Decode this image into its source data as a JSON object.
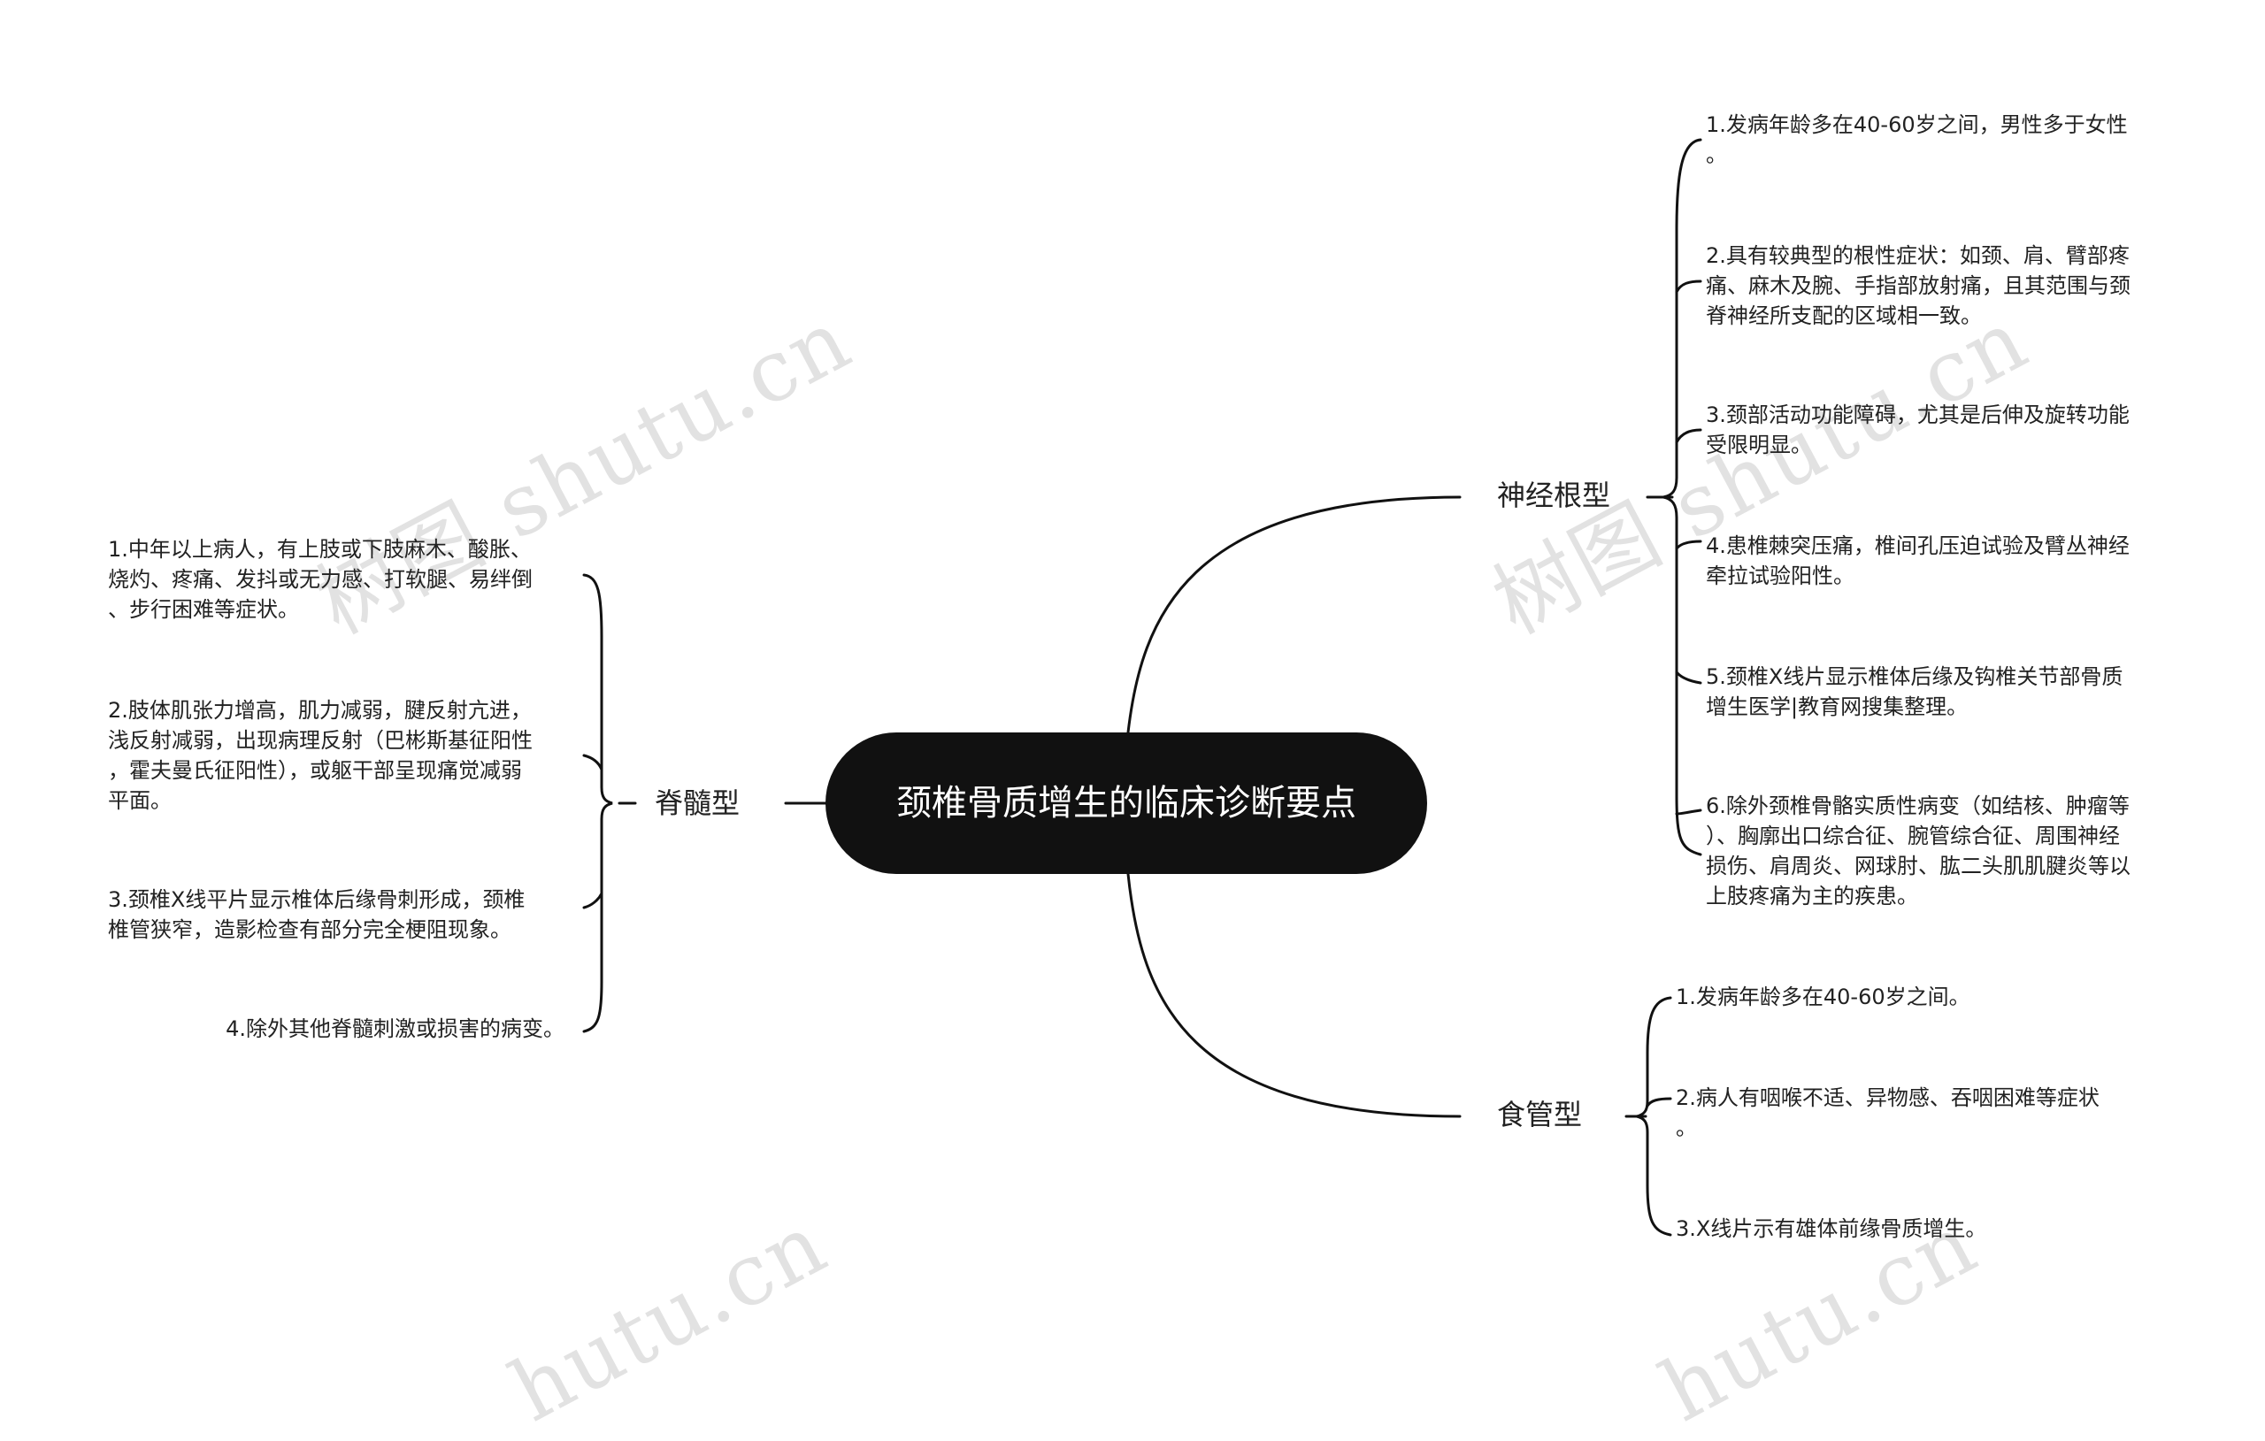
{
  "watermark": "树图 shutu.cn",
  "watermark_partial": "hutu.cn",
  "root": {
    "title": "颈椎骨质增生的临床诊断要点"
  },
  "branches": {
    "nerve_root": {
      "label": "神经根型",
      "items": [
        "1.发病年龄多在40-60岁之间，男性多于女性\n。",
        "2.具有较典型的根性症状：如颈、肩、臂部疼\n痛、麻木及腕、手指部放射痛，且其范围与颈\n脊神经所支配的区域相一致。",
        "3.颈部活动功能障碍，尤其是后伸及旋转功能\n受限明显。",
        "4.患椎棘突压痛，椎间孔压迫试验及臂丛神经\n牵拉试验阳性。",
        "5.颈椎X线片显示椎体后缘及钩椎关节部骨质\n增生医学|教育网搜集整理。",
        "6.除外颈椎骨骼实质性病变（如结核、肿瘤等\n）、胸廓出口综合征、腕管综合征、周围神经\n损伤、肩周炎、网球肘、肱二头肌肌腱炎等以\n上肢疼痛为主的疾患。"
      ]
    },
    "esophageal": {
      "label": "食管型",
      "items": [
        "1.发病年龄多在40-60岁之间。",
        "2.病人有咽喉不适、异物感、吞咽困难等症状\n。",
        "3.X线片示有雄体前缘骨质增生。"
      ]
    },
    "spinal_cord": {
      "label": "脊髓型",
      "items": [
        "1.中年以上病人，有上肢或下肢麻木、酸胀、\n烧灼、疼痛、发抖或无力感、打软腿、易绊倒\n、步行困难等症状。",
        "2.肢体肌张力增高，肌力减弱，腱反射亢进，\n浅反射减弱，出现病理反射（巴彬斯基征阳性\n，霍夫曼氏征阳性），或躯干部呈现痛觉减弱\n平面。",
        "3.颈椎X线平片显示椎体后缘骨刺形成，颈椎\n椎管狭窄，造影检查有部分完全梗阻现象。",
        "4.除外其他脊髓刺激或损害的病变。"
      ]
    }
  }
}
